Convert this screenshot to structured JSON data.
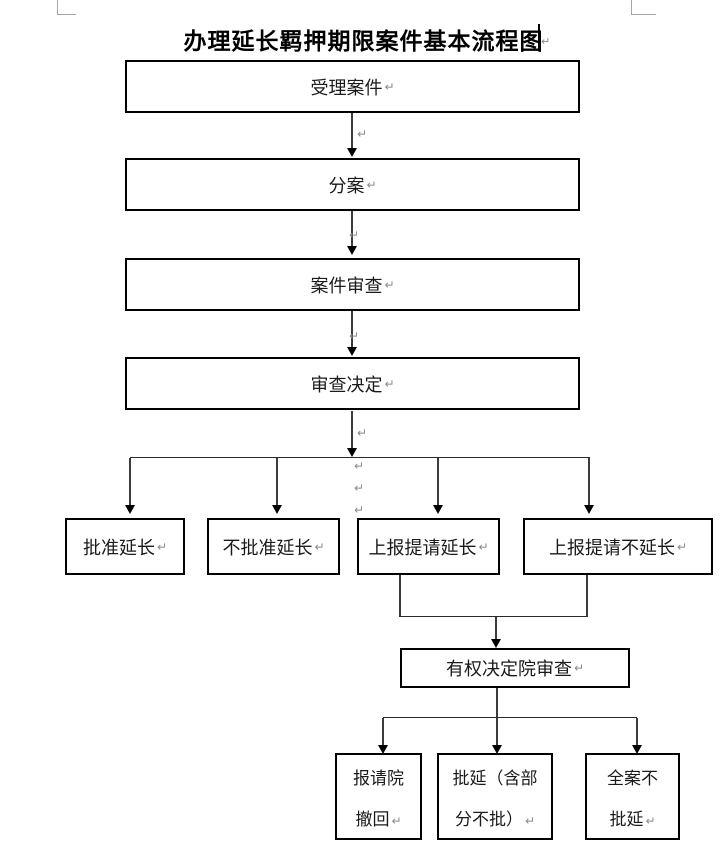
{
  "title": {
    "text": "办理延长羁押期限案件基本流程图"
  },
  "glyphs": {
    "return_mark": "↵"
  },
  "nodes": {
    "accept": {
      "label": "受理案件"
    },
    "assign": {
      "label": "分案"
    },
    "review": {
      "label": "案件审查"
    },
    "decision": {
      "label": "审查决定"
    },
    "approve": {
      "label": "批准延长"
    },
    "reject": {
      "label": "不批准延长"
    },
    "report_extend": {
      "label": "上报提请延长"
    },
    "report_reject": {
      "label": "上报提请不延长"
    },
    "authority": {
      "label": "有权决定院审查"
    },
    "withdraw": {
      "line1": "报请院",
      "line2": "撤回"
    },
    "approve_part": {
      "line1": "批延（含部",
      "line2": "分不批）"
    },
    "reject_all": {
      "line1": "全案不",
      "line2": "批延"
    }
  },
  "colors": {
    "box_border": "#000000",
    "connector": "#3c3c3c",
    "paragraph_mark": "#8a8a8a"
  }
}
